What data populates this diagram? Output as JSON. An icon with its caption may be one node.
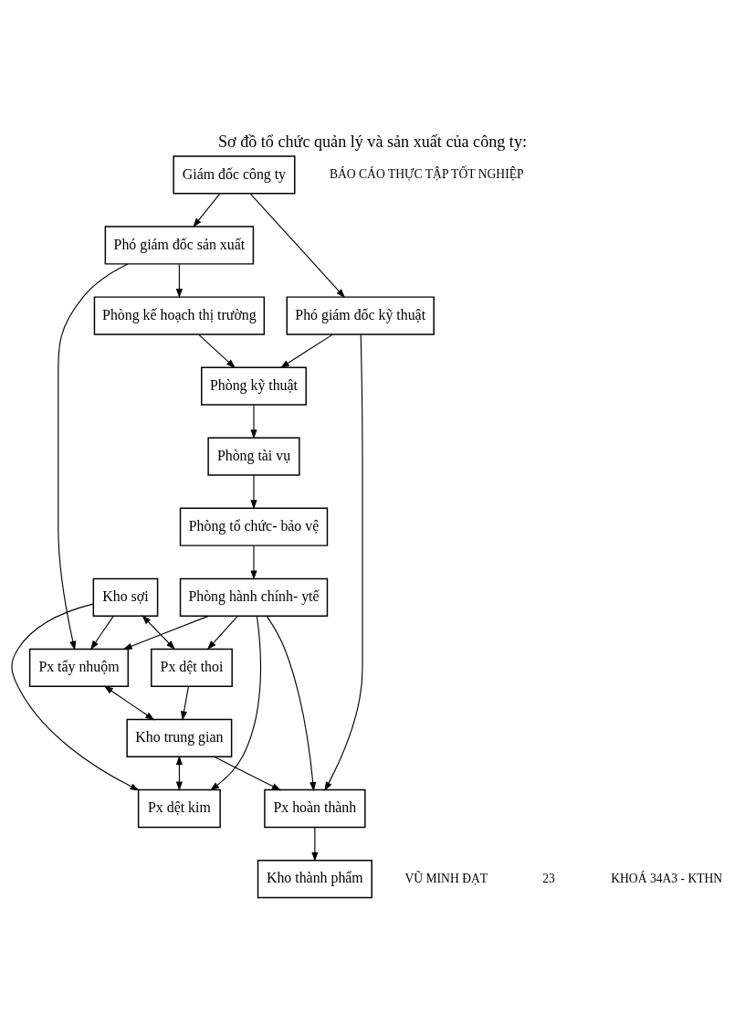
{
  "diagram": {
    "title": "Sơ đồ tổ chức quản lý và sản xuất của công ty:",
    "nodes": [
      {
        "text": [
          "Giám đốc công ty"
        ]
      },
      {
        "text": [
          "Phó giám đốc sản xuất"
        ]
      },
      {
        "text": [
          "Phó giám đốc kỹ thuật"
        ]
      },
      {
        "text": [
          "Phòng kế hoạch thị trường"
        ]
      },
      {
        "text": [
          "Phòng kỹ thuật"
        ]
      },
      {
        "text": [
          "Phòng tài vụ"
        ]
      },
      {
        "text": [
          "Phòng tổ chức- bảo vệ"
        ]
      },
      {
        "text": [
          "Phòng hành chính- ytế"
        ]
      },
      {
        "text": [
          "Px tẩy nhuộm"
        ]
      },
      {
        "text": [
          "Px dệt thoi"
        ]
      },
      {
        "text": [
          "Px dệt kim"
        ]
      },
      {
        "text": [
          "Px hoàn thành"
        ]
      },
      {
        "text": [
          "Kho sợi"
        ]
      },
      {
        "text": [
          "Kho trung gian"
        ]
      },
      {
        "text": [
          "Kho thành phẩm"
        ]
      }
    ],
    "edges": [
      {
        "from": 0,
        "to": 1,
        "arrow": "to"
      },
      {
        "from": 0,
        "to": 2,
        "arrow": "to"
      },
      {
        "from": 1,
        "to": 3,
        "arrow": "to"
      },
      {
        "from": 1,
        "to": 8,
        "arrow": "to"
      },
      {
        "from": 2,
        "to": 4,
        "arrow": "to"
      },
      {
        "from": 2,
        "to": 11,
        "arrow": "to"
      },
      {
        "from": 3,
        "to": 4,
        "arrow": "to"
      },
      {
        "from": 4,
        "to": 5,
        "arrow": "to"
      },
      {
        "from": 5,
        "to": 6,
        "arrow": "to"
      },
      {
        "from": 6,
        "to": 7,
        "arrow": "to"
      },
      {
        "from": 7,
        "to": 8,
        "arrow": "to"
      },
      {
        "from": 7,
        "to": 9,
        "arrow": "to"
      },
      {
        "from": 7,
        "to": 10,
        "arrow": "to"
      },
      {
        "from": 7,
        "to": 11,
        "arrow": "to"
      },
      {
        "from": 12,
        "to": 8,
        "arrow": "to"
      },
      {
        "from": 12,
        "to": 9,
        "arrow": "both"
      },
      {
        "from": 12,
        "to": 10,
        "arrow": "to"
      },
      {
        "from": 8,
        "to": 13,
        "arrow": "both"
      },
      {
        "from": 9,
        "to": 13,
        "arrow": "to"
      },
      {
        "from": 13,
        "to": 10,
        "arrow": "both"
      },
      {
        "from": 13,
        "to": 11,
        "arrow": "to"
      },
      {
        "from": 11,
        "to": 14,
        "arrow": "to"
      }
    ],
    "labels": [
      "BÁO CÁO THỰC TẬP TỐT NGHIỆP",
      "VŨ MINH ĐẠT",
      "23",
      "KHOÁ 34A3 - KTHN"
    ]
  }
}
